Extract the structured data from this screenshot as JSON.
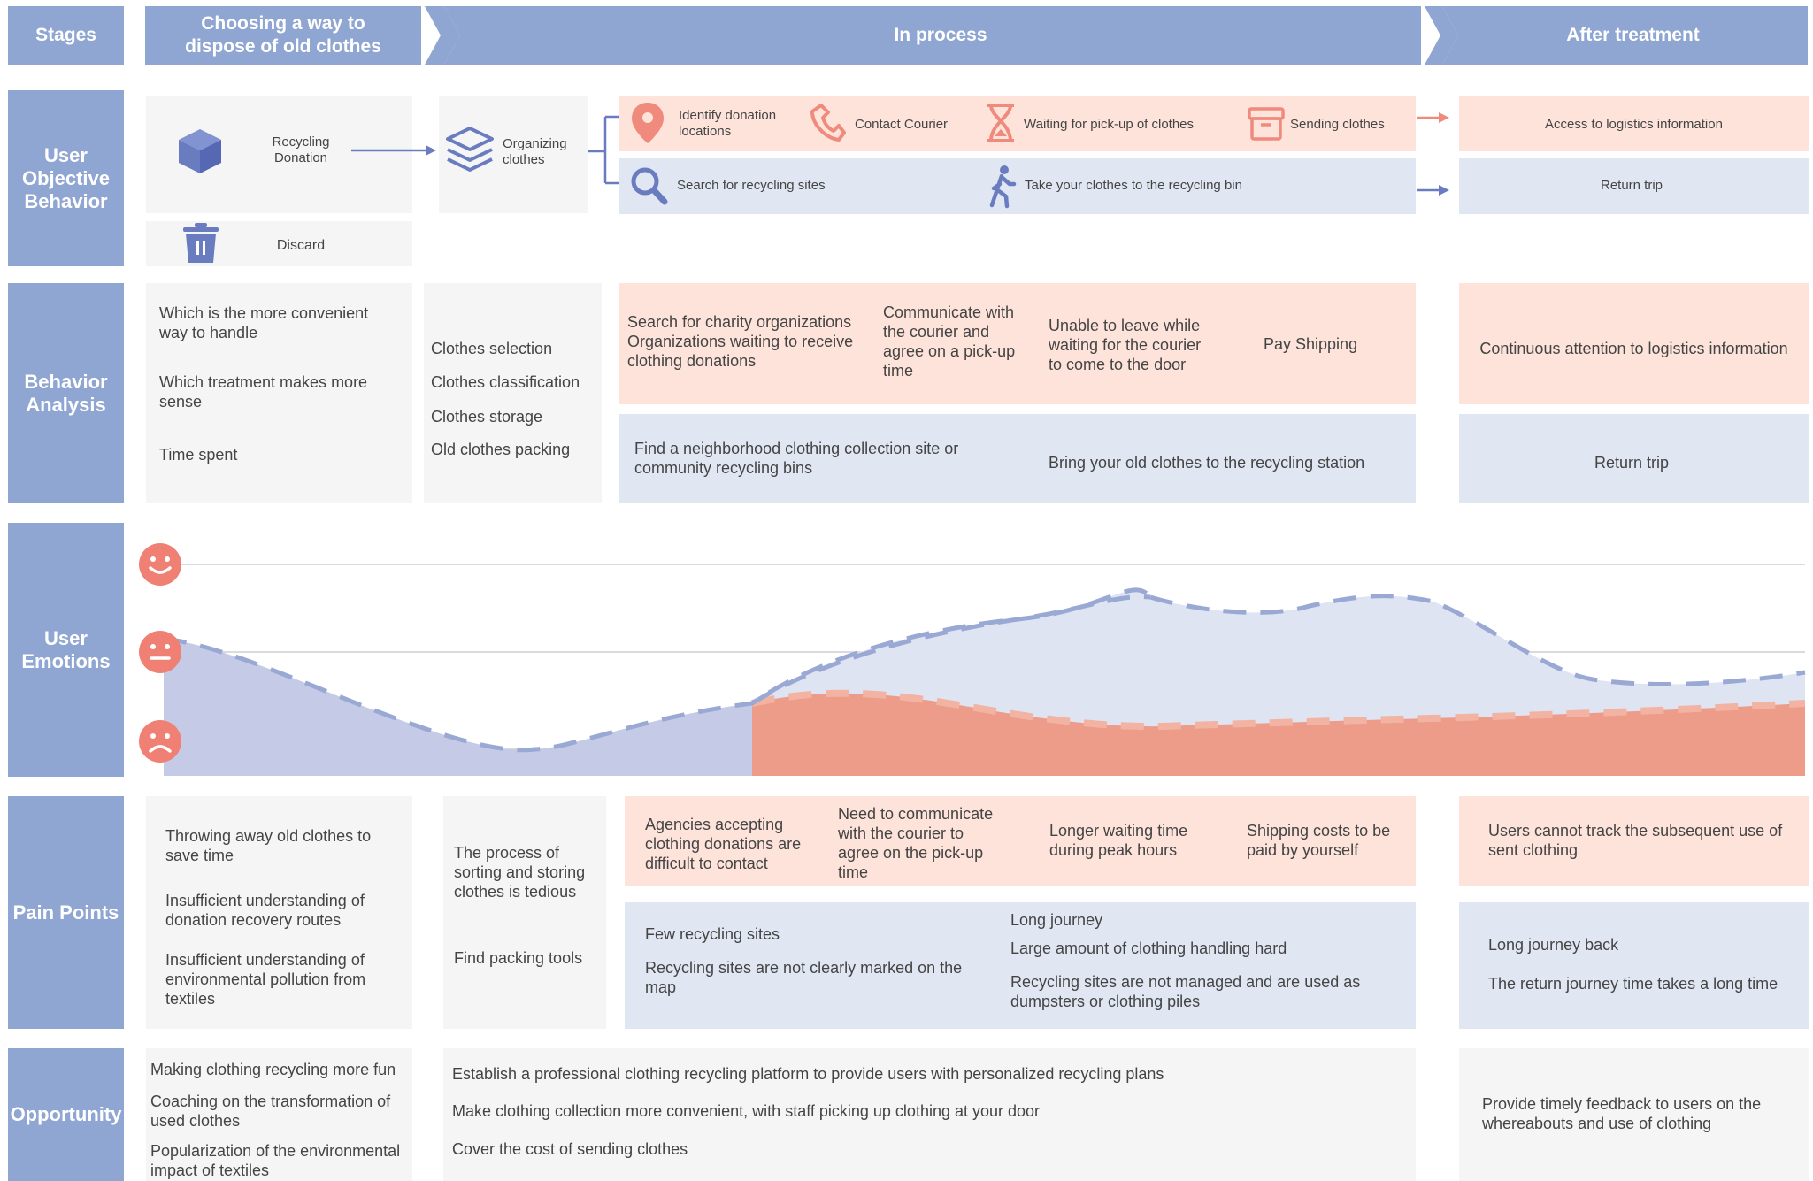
{
  "stages": {
    "label": "Stages",
    "choosing": "Choosing a way to dispose of old clothes",
    "in_process": "In process",
    "after": "After treatment"
  },
  "rows": {
    "objective": "User Objective Behavior",
    "analysis": "Behavior Analysis",
    "emotions": "User Emotions",
    "pain": "Pain Points",
    "opportunity": "Opportunity"
  },
  "objective": {
    "recycling_donation": "Recycling Donation",
    "discard": "Discard",
    "organizing": "Organizing clothes",
    "identify": "Identify donation locations",
    "contact_courier": "Contact Courier",
    "waiting_pickup": "Waiting for pick-up of clothes",
    "sending": "Sending clothes",
    "search_sites": "Search for recycling sites",
    "take_bin": "Take your clothes to the recycling bin",
    "access_logistics": "Access to logistics information",
    "return_trip": "Return trip"
  },
  "analysis": {
    "choosing": [
      "Which is the more convenient way to handle",
      "Which treatment makes more sense",
      "Time spent"
    ],
    "organizing": [
      "Clothes selection",
      "Clothes classification",
      "Clothes storage",
      "Old clothes packing"
    ],
    "pink": [
      "Search for charity organizations Organizations waiting to receive clothing donations",
      "Communicate with the courier and agree on a pick-up time",
      "Unable to leave while waiting for the courier to come to the door",
      "Pay Shipping"
    ],
    "blue": [
      "Find a neighborhood clothing collection site or community recycling bins",
      "Bring your old clothes to the recycling station"
    ],
    "after_pink": "Continuous attention to logistics information",
    "after_blue": "Return trip"
  },
  "emotions_chart": {
    "levels": [
      "happy",
      "neutral",
      "sad"
    ],
    "colors": {
      "blue_fill": "#c5cbe6",
      "blue_light": "#dfe4f3",
      "dash": "#9aa8d4",
      "pink_fill": "#ec9c88",
      "face": "#f07f74"
    }
  },
  "pain": {
    "choosing": [
      "Throwing away old clothes to save time",
      "Insufficient understanding of donation recovery routes",
      "Insufficient understanding of environmental pollution from textiles"
    ],
    "organizing": [
      "The process of sorting and storing clothes is tedious",
      "Find packing tools"
    ],
    "pink": [
      "Agencies accepting clothing donations are difficult to contact",
      "Need to communicate with the courier to agree on the pick-up time",
      "Longer waiting time during peak hours",
      "Shipping costs to be paid by yourself"
    ],
    "blue_left": [
      "Few recycling sites",
      "Recycling sites are not clearly marked on the map"
    ],
    "blue_right": [
      "Long journey",
      "Large amount of clothing handling hard",
      "Recycling sites are not managed and are used as dumpsters or clothing piles"
    ],
    "after_pink": "Users cannot track the subsequent use of sent clothing",
    "after_blue": [
      "Long journey back",
      "The return journey time takes a long time"
    ]
  },
  "opportunity": {
    "left": [
      "Making clothing recycling more fun",
      "Coaching on the transformation of used clothes",
      "Popularization of the environmental impact of textiles"
    ],
    "middle": [
      "Establish a professional clothing recycling platform to provide users with personalized recycling plans",
      "Make clothing collection more convenient, with staff picking up clothing at your door",
      "Cover the cost of sending clothes"
    ],
    "right": "Provide timely feedback to users on the whereabouts and use of clothing"
  },
  "colors": {
    "header": "#8fa5d2",
    "pink": "#fde3da",
    "blue": "#e1e6f3",
    "gray": "#f5f5f5",
    "icon_blue": "#6a7cc0",
    "icon_pink": "#ef8a7c"
  }
}
